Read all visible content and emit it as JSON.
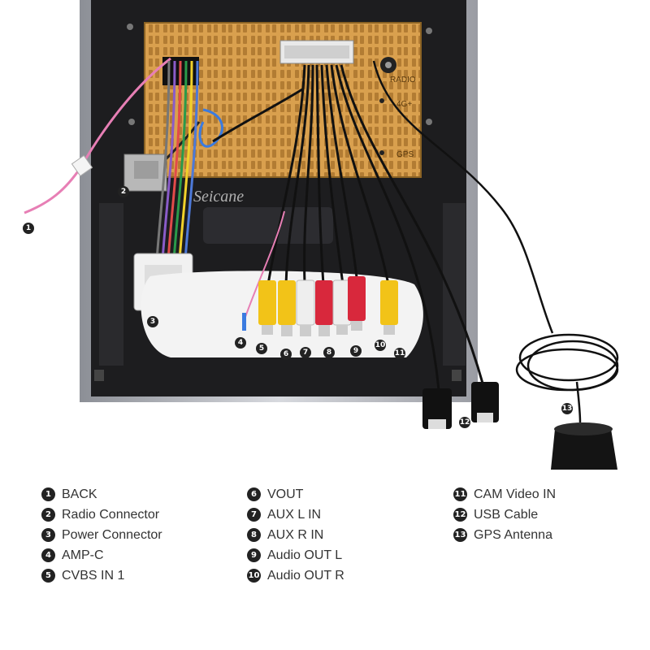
{
  "watermark": "Seicane",
  "unit_labels": {
    "radio": "RADIO",
    "fourg": "4G+",
    "gps": "GPS"
  },
  "legend": [
    {
      "num": "1",
      "label": "BACK"
    },
    {
      "num": "2",
      "label": "Radio Connector"
    },
    {
      "num": "3",
      "label": "Power Connector"
    },
    {
      "num": "4",
      "label": "AMP-C"
    },
    {
      "num": "5",
      "label": "CVBS IN 1"
    },
    {
      "num": "6",
      "label": "VOUT"
    },
    {
      "num": "7",
      "label": "AUX L IN"
    },
    {
      "num": "8",
      "label": "AUX R IN"
    },
    {
      "num": "9",
      "label": "Audio OUT L"
    },
    {
      "num": "10",
      "label": "Audio OUT R"
    },
    {
      "num": "11",
      "label": "CAM Video IN"
    },
    {
      "num": "12",
      "label": "USB Cable"
    },
    {
      "num": "13",
      "label": "GPS Antenna"
    }
  ],
  "colors": {
    "head_unit": "#d9a04e",
    "frame": "#1d1d1f",
    "rca_yellow": "#f2c318",
    "rca_red": "#d8283c",
    "rca_white": "#eeeeee"
  }
}
